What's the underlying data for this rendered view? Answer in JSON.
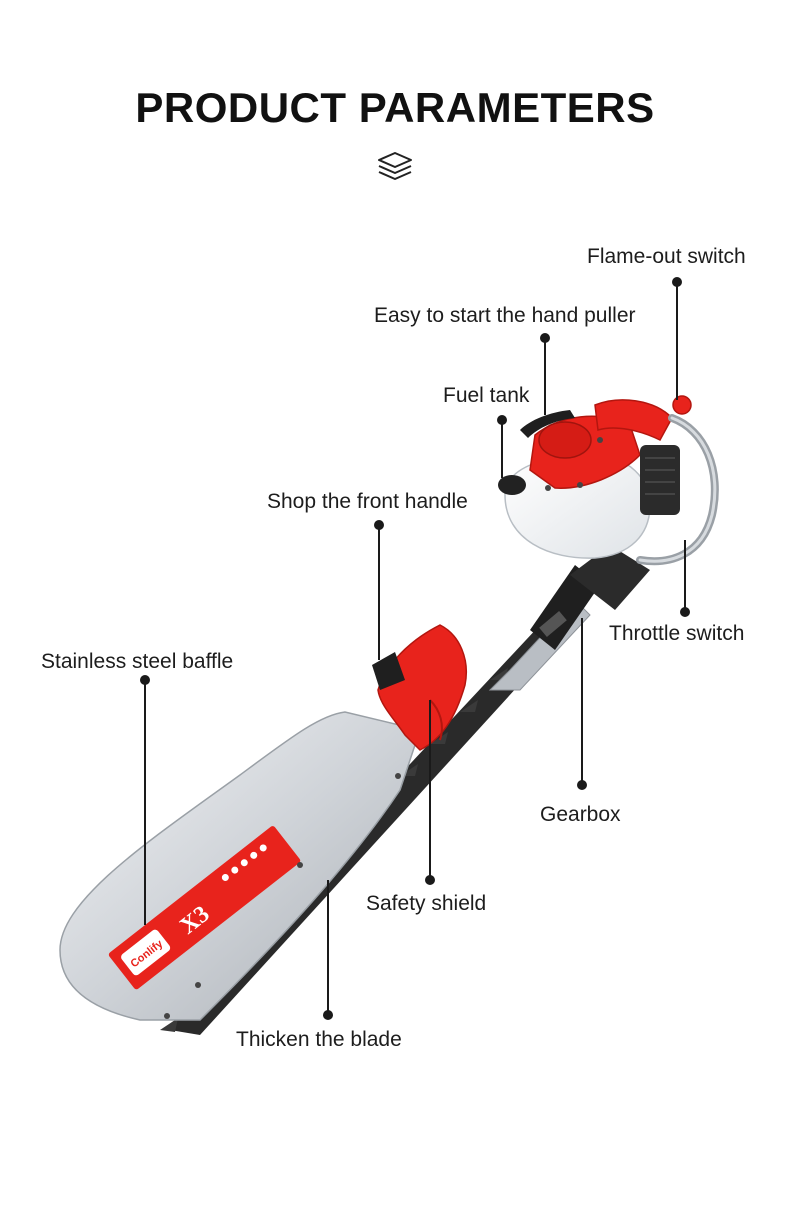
{
  "page": {
    "title": "PRODUCT PARAMETERS",
    "header_icon": "layers-icon"
  },
  "product": {
    "brand": "Conlify",
    "model": "X3"
  },
  "callouts": {
    "flame_out_switch": "Flame-out switch",
    "hand_puller": "Easy to start the hand puller",
    "fuel_tank": "Fuel tank",
    "front_handle": "Shop the front handle",
    "throttle_switch": "Throttle switch",
    "stainless_baffle": "Stainless steel baffle",
    "gearbox": "Gearbox",
    "safety_shield": "Safety shield",
    "thicken_blade": "Thicken the blade"
  },
  "colors": {
    "accent_red": "#e8231c",
    "steel": "#c9cdd2",
    "text": "#1d1d1d"
  }
}
